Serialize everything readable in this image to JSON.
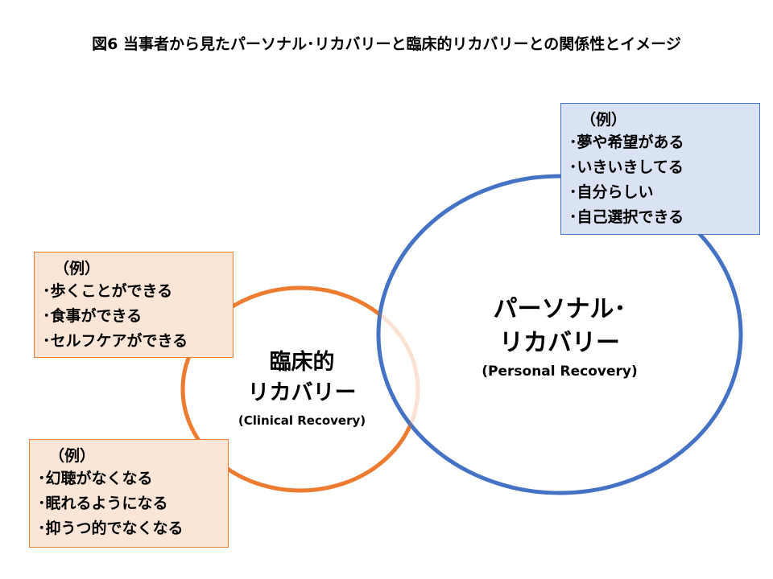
{
  "title": "図6 当事者から見たパーソナル･リカバリーと臨床的リカバリーとの関係性とイメージ",
  "colors": {
    "clinical_accent": "#ed7d31",
    "clinical_fill": "#fbe5d6",
    "personal_accent": "#4472c4",
    "personal_fill": "#dae3f3"
  },
  "clinical_recovery": {
    "label_line1": "臨床的",
    "label_line2": "リカバリー",
    "label_en": "(Clinical Recovery)",
    "examples_top": {
      "label": "（例）",
      "items": [
        "･歩くことができる",
        "･食事ができる",
        "･セルフケアができる"
      ]
    },
    "examples_bottom": {
      "label": "（例）",
      "items": [
        "･幻聴がなくなる",
        "･眠れるようになる",
        "･抑うつ的でなくなる"
      ]
    }
  },
  "personal_recovery": {
    "label_line1": "パーソナル･",
    "label_line2": "リカバリー",
    "label_en": "(Personal Recovery)",
    "examples": {
      "label": "（例）",
      "items": [
        "･夢や希望がある",
        "･いきいきしてる",
        "･自分らしい",
        "･自己選択できる"
      ]
    }
  }
}
